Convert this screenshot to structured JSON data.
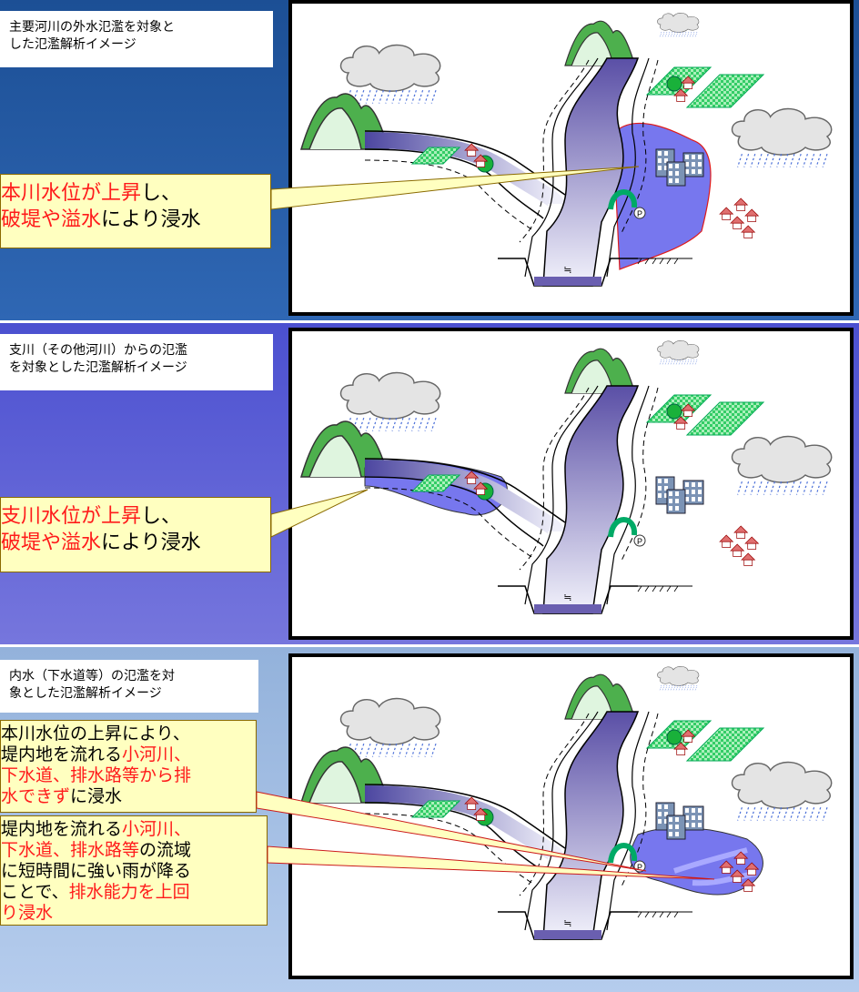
{
  "panels": [
    {
      "title_lines": [
        "主要河川の外水氾濫を対象と",
        "した氾濫解析イメージ"
      ],
      "callout": [
        [
          {
            "t": "本川水位が上昇",
            "c": "red"
          },
          {
            "t": "し、",
            "c": "blk"
          }
        ],
        [
          {
            "t": "破堤や溢水",
            "c": "red"
          },
          {
            "t": "により浸水",
            "c": "blk"
          }
        ]
      ]
    },
    {
      "title_lines": [
        "支川（その他河川）からの氾濫",
        "を対象とした氾濫解析イメージ"
      ],
      "callout": [
        [
          {
            "t": "支川水位が上昇",
            "c": "red"
          },
          {
            "t": "し、",
            "c": "blk"
          }
        ],
        [
          {
            "t": "破堤や溢水",
            "c": "red"
          },
          {
            "t": "により浸水",
            "c": "blk"
          }
        ]
      ]
    },
    {
      "title_lines": [
        "内水（下水道等）の氾濫を対",
        "象とした氾濫解析イメージ"
      ],
      "callout_a": [
        [
          {
            "t": "本川水位の上昇により、",
            "c": "blk"
          }
        ],
        [
          {
            "t": "堤内地を流れる",
            "c": "blk"
          },
          {
            "t": "小河川、",
            "c": "red"
          }
        ],
        [
          {
            "t": "下水道、排水路等から排",
            "c": "red"
          }
        ],
        [
          {
            "t": "水できず",
            "c": "red"
          },
          {
            "t": "に浸水",
            "c": "blk"
          }
        ]
      ],
      "callout_b": [
        [
          {
            "t": "堤内地を流れる",
            "c": "blk"
          },
          {
            "t": "小河川、",
            "c": "red"
          }
        ],
        [
          {
            "t": "下水道、排水路等",
            "c": "red"
          },
          {
            "t": "の流域",
            "c": "blk"
          }
        ],
        [
          {
            "t": "に短時間に強い雨が降る",
            "c": "blk"
          }
        ],
        [
          {
            "t": "ことで、",
            "c": "blk"
          },
          {
            "t": "排水能力を上回",
            "c": "red"
          }
        ],
        [
          {
            "t": "り浸水",
            "c": "red"
          }
        ]
      ]
    }
  ],
  "diagram": {
    "pump_label": "P",
    "water_symbol": "≒"
  },
  "colors": {
    "panel1_bg": "#2a5fae",
    "panel2_bg": "#6262d8",
    "panel3_bg": "#a8c3e8",
    "callout_bg": "#ffffc0",
    "flood_fill": "#7777ee",
    "river_fill": "#6a5fb0",
    "highlight_text": "#ff1a1a"
  },
  "icons": [
    "mountain-icon",
    "rain-cloud-icon",
    "house-icon",
    "tree-icon",
    "building-icon",
    "rice-field-icon",
    "pump-icon"
  ]
}
